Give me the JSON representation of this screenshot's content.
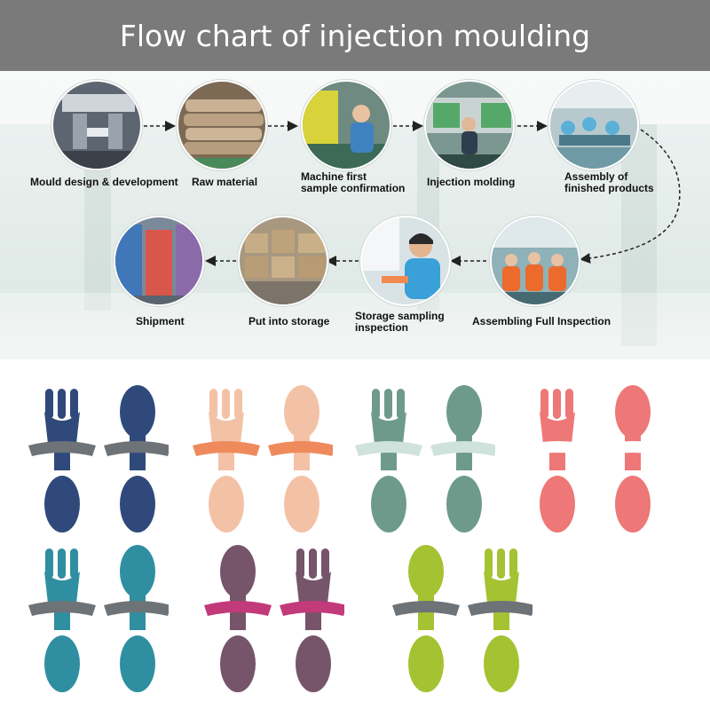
{
  "header": {
    "title": "Flow chart of injection moulding"
  },
  "flow": {
    "steps": [
      {
        "id": "mould-design",
        "label": "Mould design & development"
      },
      {
        "id": "raw-material",
        "label": "Raw material"
      },
      {
        "id": "machine-first-sample",
        "label": "Machine first\nsample confirmation"
      },
      {
        "id": "injection-molding",
        "label": "Injection molding"
      },
      {
        "id": "assembly",
        "label": "Assembly of\nfinished products"
      },
      {
        "id": "assembling-inspection",
        "label": "Assembling Full Inspection"
      },
      {
        "id": "storage-sampling",
        "label": "Storage sampling\ninspection"
      },
      {
        "id": "put-into-storage",
        "label": "Put into storage"
      },
      {
        "id": "shipment",
        "label": "Shipment"
      }
    ]
  },
  "products": {
    "colors": [
      {
        "name": "navy",
        "body": "#2f4a7a",
        "ring": "#6e7378"
      },
      {
        "name": "peach",
        "body": "#f3c2a6",
        "ring": "#ee8a5c"
      },
      {
        "name": "sage",
        "body": "#6e9a8c",
        "ring": "#cfe3dc"
      },
      {
        "name": "coral",
        "body": "#ee7777",
        "ring": "#ffffff"
      },
      {
        "name": "teal",
        "body": "#2f8fa0",
        "ring": "#6e7378"
      },
      {
        "name": "plum",
        "body": "#76546a",
        "ring": "#c23a7a"
      },
      {
        "name": "lime",
        "body": "#a4c232",
        "ring": "#6e7378"
      }
    ]
  }
}
